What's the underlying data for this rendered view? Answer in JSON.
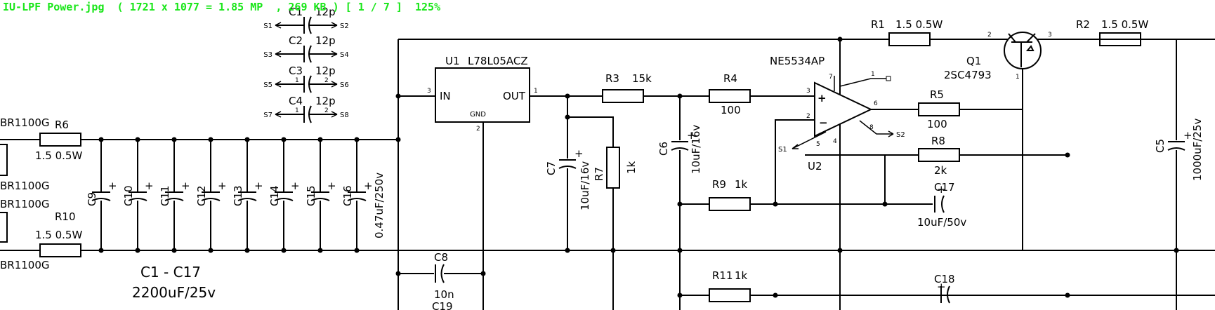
{
  "viewer": {
    "status_line": "IU-LPF Power.jpg  ( 1721 x 1077 = 1.85 MP  , 269 KB ) [ 1 / 7 ]  125%",
    "status_color": "#19e619"
  },
  "schematic": {
    "regulator": {
      "ref": "U1",
      "value": "L78L05ACZ",
      "pin_in": "IN",
      "pin_out": "OUT",
      "pin_gnd": "GND",
      "pin_in_num": "3",
      "pin_out_num": "1",
      "pin_gnd_num": "2"
    },
    "opamp": {
      "ref": "U2",
      "value": "NE5534AP",
      "pin_plus": "3",
      "pin_minus": "2",
      "pin_out": "6",
      "pin_5": "5",
      "pin_8": "8",
      "pin_7": "7",
      "pin_1": "1",
      "pin_4": "4",
      "net_s1": "S1",
      "net_s2": "S2"
    },
    "transistor": {
      "ref": "Q1",
      "value": "2SC4793",
      "pin_b": "1",
      "pin_c": "2",
      "pin_e": "3"
    },
    "resistors": {
      "r1": {
        "ref": "R1",
        "value": "1.5  0.5W"
      },
      "r2": {
        "ref": "R2",
        "value": "1.5  0.5W"
      },
      "r3": {
        "ref": "R3",
        "value": "15k"
      },
      "r4": {
        "ref": "R4",
        "value": "100"
      },
      "r5": {
        "ref": "R5",
        "value": "100"
      },
      "r6": {
        "ref": "R6",
        "value": "1.5  0.5W"
      },
      "r7": {
        "ref": "R7",
        "value": "1k"
      },
      "r8": {
        "ref": "R8",
        "value": "2k"
      },
      "r9": {
        "ref": "R9",
        "value": "1k"
      },
      "r10": {
        "ref": "R10",
        "value": "1.5  0.5W"
      },
      "r11": {
        "ref": "R11",
        "value": "1k"
      }
    },
    "caps_small": [
      {
        "ref": "C1",
        "value": "12p",
        "left": "S1",
        "right": "S2",
        "pin_l": "",
        "pin_r": ""
      },
      {
        "ref": "C2",
        "value": "12p",
        "left": "S3",
        "right": "S4",
        "pin_l": "",
        "pin_r": ""
      },
      {
        "ref": "C3",
        "value": "12p",
        "left": "S5",
        "right": "S6",
        "pin_l": "1",
        "pin_r": "2"
      },
      {
        "ref": "C4",
        "value": "12p",
        "left": "S7",
        "right": "S8",
        "pin_l": "1",
        "pin_r": "2"
      }
    ],
    "caps_bank": [
      "C9",
      "C10",
      "C11",
      "C12",
      "C13",
      "C14",
      "C15",
      "C16"
    ],
    "cap_bank_plus": "+",
    "c16_value": "0.47uF/250v",
    "bank_note": {
      "line1": "C1 - C17",
      "line2": "2200uF/25v"
    },
    "caps": {
      "c5": {
        "ref": "C5",
        "value": "1000uF/25v"
      },
      "c6": {
        "ref": "C6",
        "value": "10uF/16v"
      },
      "c7": {
        "ref": "C7",
        "value": "10uF/16v"
      },
      "c8": {
        "ref": "C8",
        "value": "10n"
      },
      "c17": {
        "ref": "C17",
        "value": "10uF/50v"
      },
      "c18": {
        "ref": "C18"
      },
      "c19": {
        "ref": "C19"
      }
    },
    "connectors": [
      "BR1100G",
      "BR1100G",
      "BR1100G",
      "BR1100G"
    ]
  }
}
